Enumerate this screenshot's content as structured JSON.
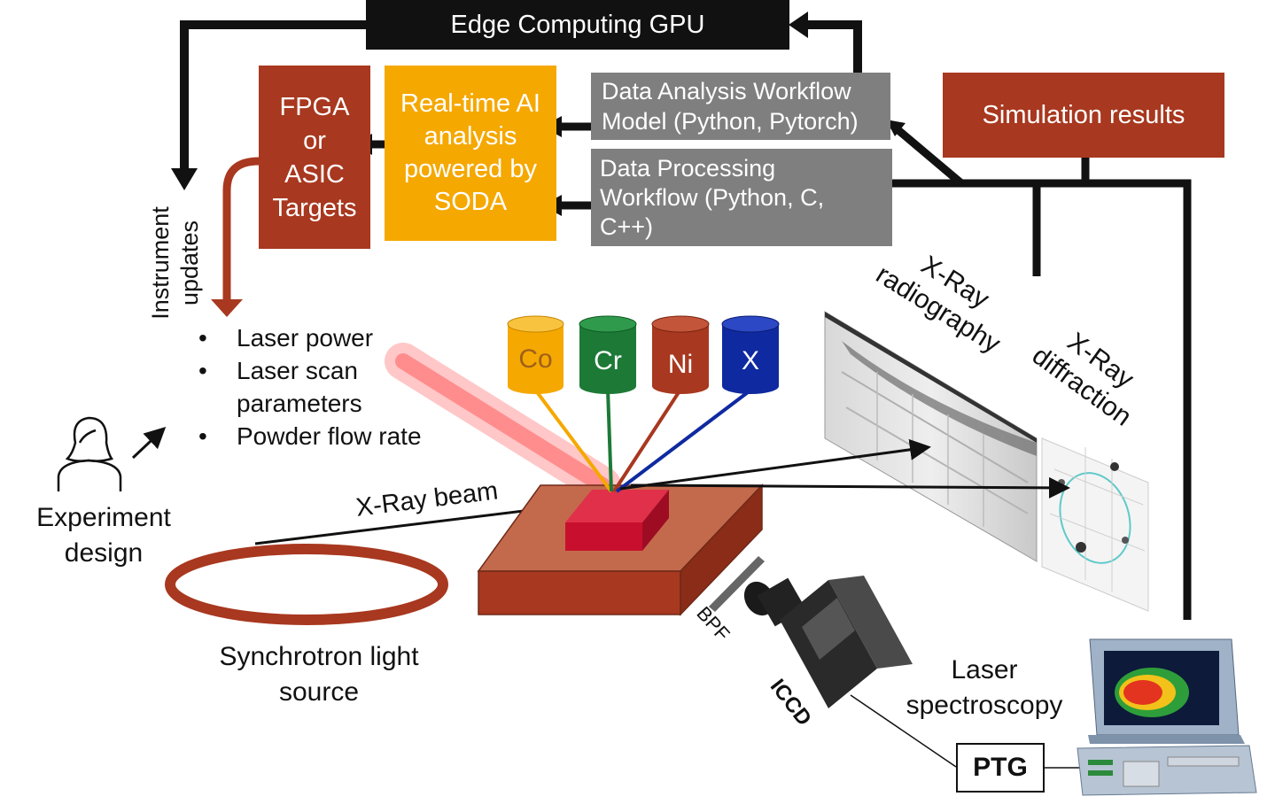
{
  "colors": {
    "rust": "#a8381f",
    "gold": "#f5a800",
    "gray": "#7f7f7f",
    "black": "#111111",
    "cobalt": "#f5a800",
    "chromium": "#1c7a36",
    "nickel": "#a8381f",
    "x_element": "#0f2aa0",
    "laser_red": "#f06a6a",
    "sample": "#c8102e",
    "platform": "#b05a3c"
  },
  "boxes": {
    "gpu": "Edge Computing GPU",
    "fpga": "FPGA or ASIC Targets",
    "ai": "Real-time AI analysis powered by SODA",
    "analysis": "Data Analysis Workflow Model (Python, Pytorch)",
    "processing": "Data Processing Workflow (Python, C, C++)",
    "simulation": "Simulation results",
    "ptg": "PTG"
  },
  "lines": {
    "fpga": [
      "FPGA",
      "or",
      "ASIC",
      "Targets"
    ],
    "ai": [
      "Real-time AI",
      "analysis",
      "powered by",
      "SODA"
    ],
    "analysis": [
      "Data Analysis Workflow",
      "Model (Python, Pytorch)"
    ],
    "processing": [
      "Data Processing",
      "Workflow (Python, C,",
      "C++)"
    ]
  },
  "instrument_updates": [
    "Instrument",
    "updates"
  ],
  "parameters": [
    "Laser power",
    "Laser scan",
    "parameters",
    "Powder flow rate"
  ],
  "bullet": "•",
  "experiment_design": [
    "Experiment",
    "design"
  ],
  "xray_beam": "X-Ray beam",
  "synchrotron": [
    "Synchrotron light",
    "source"
  ],
  "elements": [
    "Co",
    "Cr",
    "Ni",
    "X"
  ],
  "xray_radiography": [
    "X-Ray",
    "radiography"
  ],
  "xray_diffraction": [
    "X-Ray",
    "diffraction"
  ],
  "laser_spectroscopy": [
    "Laser",
    "spectroscopy"
  ],
  "bpf": "BPF",
  "iccd": "ICCD",
  "icons": {
    "person": "person-icon",
    "camera": "iccd-camera-icon",
    "computer": "computer-icon"
  }
}
